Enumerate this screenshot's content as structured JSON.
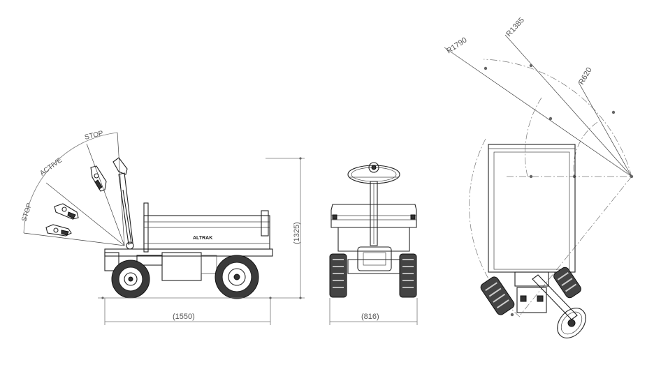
{
  "side_view": {
    "handle_positions": [
      "STOP",
      "ACTIVE",
      "STOP"
    ],
    "brand_label": "ALTRAK",
    "length_dimension": "(1550)",
    "height_dimension": "(1325)"
  },
  "rear_view": {
    "width_dimension": "(816)"
  },
  "top_view": {
    "radius_outer": "R1790",
    "radius_middle": "R1385",
    "radius_inner": "R620"
  }
}
